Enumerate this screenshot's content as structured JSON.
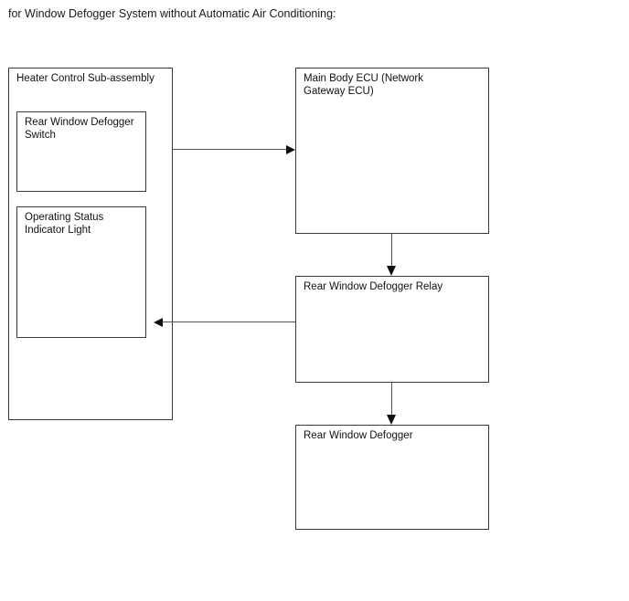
{
  "caption": "for Window Defogger System without Automatic Air Conditioning:",
  "diagram": {
    "type": "block-diagram",
    "blocks": [
      {
        "id": "heater-control-sub-assembly",
        "label": "Heater Control Sub-assembly",
        "role": "container"
      },
      {
        "id": "rear-window-defogger-switch",
        "label": "Rear Window Defogger\nSwitch",
        "role": "component",
        "parent": "heater-control-sub-assembly"
      },
      {
        "id": "operating-status-indicator-light",
        "label": "Operating Status\nIndicator Light",
        "role": "component",
        "parent": "heater-control-sub-assembly"
      },
      {
        "id": "main-body-ecu",
        "label": "Main Body ECU (Network\nGateway ECU)",
        "role": "component"
      },
      {
        "id": "rear-window-defogger-relay",
        "label": "Rear Window Defogger Relay",
        "role": "component"
      },
      {
        "id": "rear-window-defogger",
        "label": "Rear Window Defogger",
        "role": "component"
      }
    ],
    "connections": [
      {
        "id": "switch-to-ecu",
        "from": "heater-control-sub-assembly",
        "to": "main-body-ecu",
        "direction": "right"
      },
      {
        "id": "ecu-to-relay",
        "from": "main-body-ecu",
        "to": "rear-window-defogger-relay",
        "direction": "down"
      },
      {
        "id": "relay-to-status-light",
        "from": "rear-window-defogger-relay",
        "to": "operating-status-indicator-light",
        "direction": "left"
      },
      {
        "id": "relay-to-defogger",
        "from": "rear-window-defogger-relay",
        "to": "rear-window-defogger",
        "direction": "down"
      }
    ],
    "colors": {
      "background": "#ffffff",
      "box_border": "#3a3a3a",
      "connector": "#555555",
      "arrowhead": "#111111",
      "text": "#111111"
    }
  }
}
